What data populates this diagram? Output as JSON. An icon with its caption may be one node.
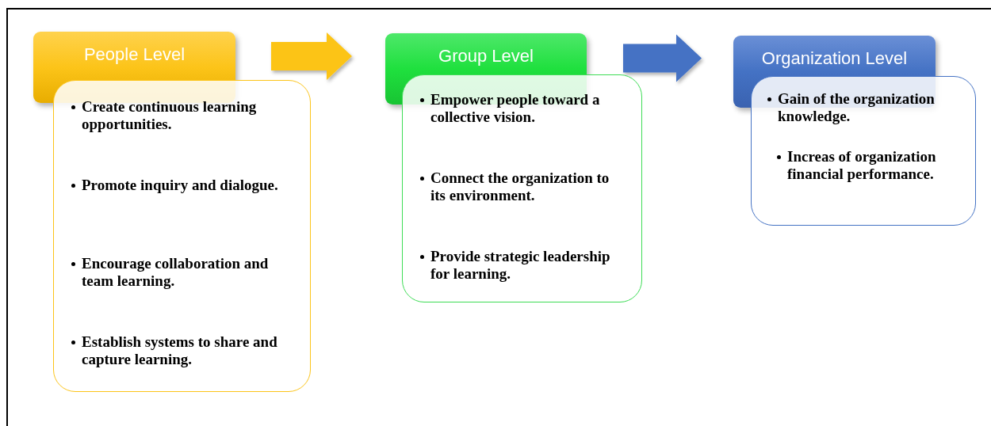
{
  "diagram": {
    "nodes": [
      {
        "text": [
          "People Level"
        ]
      },
      {
        "text": [
          "Create continuous learning opportunities.",
          "Promote inquiry and dialogue.",
          "Encourage collaboration and team learning.",
          "Establish systems to share and capture learning."
        ]
      },
      {
        "text": [
          "Group Level"
        ]
      },
      {
        "text": [
          "Empower people toward a collective vision.",
          "Connect the organization to its environment.",
          "Provide strategic leadership for learning."
        ]
      },
      {
        "text": [
          "Organization Level"
        ]
      },
      {
        "text": [
          "Gain of the organization knowledge.",
          "Increas of organization financial performance."
        ]
      }
    ],
    "edges": [
      {
        "from": 0,
        "to": 2,
        "arrow": "to",
        "style": "thick",
        "color": "#fcc419"
      },
      {
        "from": 2,
        "to": 4,
        "arrow": "to",
        "style": "thick",
        "color": "#4472c4"
      }
    ]
  }
}
